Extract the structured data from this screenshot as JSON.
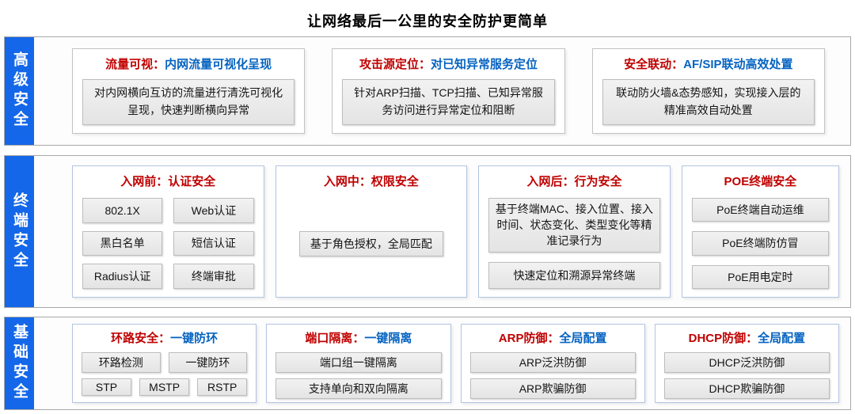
{
  "title": "让网络最后一公里的安全防护更简单",
  "colors": {
    "tab_blue": "#1467e8",
    "header_red": "#c00000",
    "header_blue": "#0563c1",
    "item_bg": "#ececec"
  },
  "bands": [
    {
      "tab": "高级安全",
      "cards": [
        {
          "title_red": "流量可视：",
          "title_blue": "内网流量可视化呈现",
          "body": "对内网横向互访的流量进行清洗可视化呈现，快速判断横向异常"
        },
        {
          "title_red": "攻击源定位：",
          "title_blue": "对已知异常服务定位",
          "body": "针对ARP扫描、TCP扫描、已知异常服务访问进行异常定位和阻断"
        },
        {
          "title_red": "安全联动：",
          "title_blue": "AF/SIP联动高效处置",
          "body": "联动防火墙&态势感知，实现接入层的精准高效自动处置"
        }
      ]
    },
    {
      "tab": "终端安全",
      "cards": [
        {
          "title_red": "入网前：认证安全",
          "items": [
            "802.1X",
            "Web认证",
            "黑白名单",
            "短信认证",
            "Radius认证",
            "终端审批"
          ]
        },
        {
          "title_red": "入网中：权限安全",
          "items": [
            "基于角色授权，全局匹配"
          ]
        },
        {
          "title_red": "入网后：行为安全",
          "items": [
            "基于终端MAC、接入位置、接入时间、状态变化、类型变化等精准记录行为",
            "快速定位和溯源异常终端"
          ]
        },
        {
          "title_red": "POE终端安全",
          "items": [
            "PoE终端自动运维",
            "PoE终端防仿冒",
            "PoE用电定时"
          ]
        }
      ]
    },
    {
      "tab": "基础安全",
      "cards": [
        {
          "title_red": "环路安全：",
          "title_blue": "一键防环",
          "items": [
            "环路检测",
            "一键防环",
            "STP",
            "MSTP",
            "RSTP"
          ]
        },
        {
          "title_red": "端口隔离：",
          "title_blue": "一键隔离",
          "items": [
            "端口组一键隔离",
            "支持单向和双向隔离"
          ]
        },
        {
          "title_red": "ARP防御：",
          "title_blue": "全局配置",
          "items": [
            "ARP泛洪防御",
            "ARP欺骗防御"
          ]
        },
        {
          "title_red": "DHCP防御：",
          "title_blue": "全局配置",
          "items": [
            "DHCP泛洪防御",
            "DHCP欺骗防御"
          ]
        }
      ]
    }
  ]
}
